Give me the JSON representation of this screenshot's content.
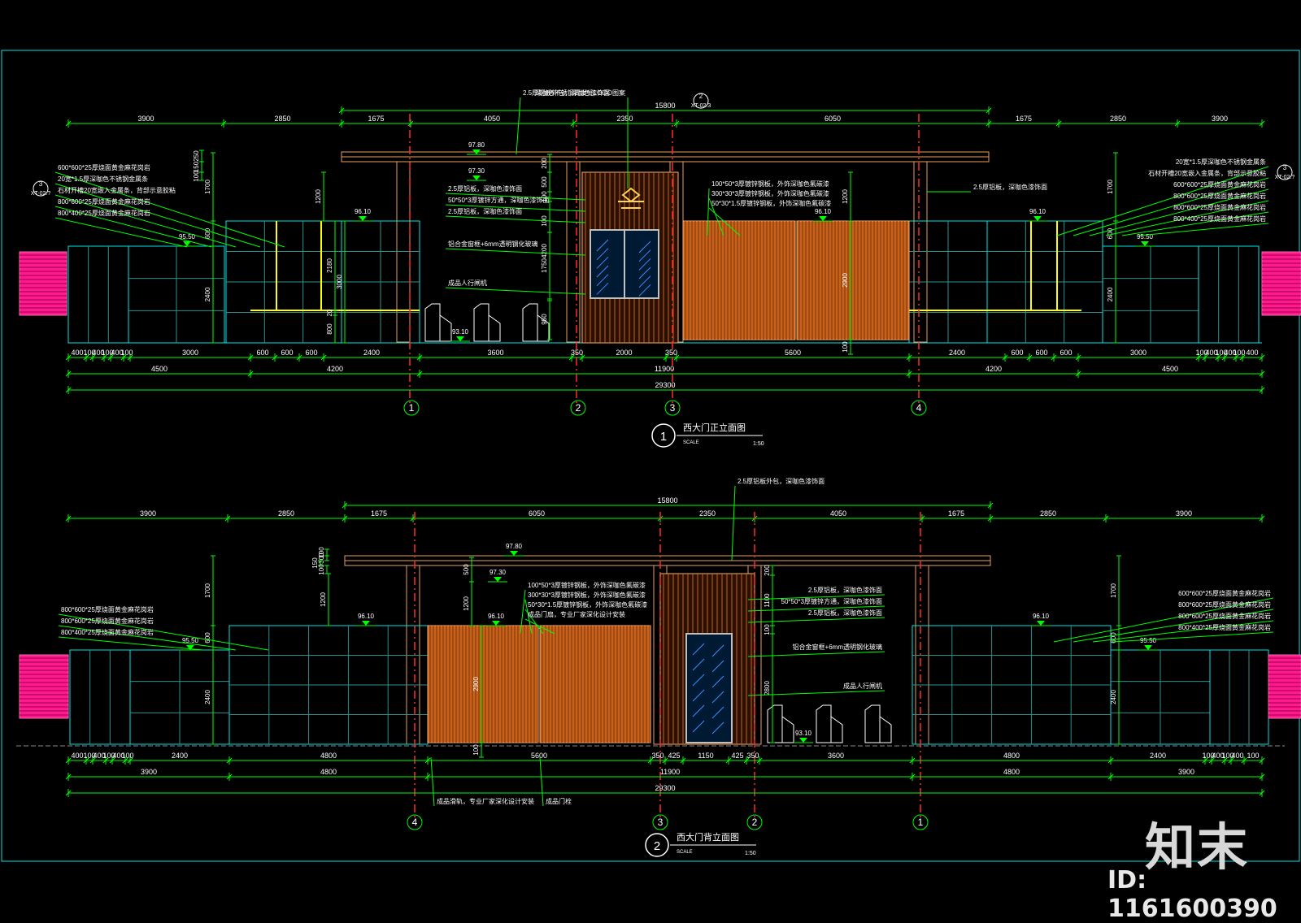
{
  "drawing1": {
    "title": "西大门正立面图",
    "number": "1",
    "scale_label": "SCALE",
    "scale": "1:50",
    "dims_top": [
      "3900",
      "2850",
      "1675",
      "4050",
      "2350",
      "6050",
      "1675",
      "2850",
      "3900"
    ],
    "canopy_width": "15800",
    "dims_bottom_1": [
      "400",
      "100",
      "400",
      "100",
      "400",
      "100",
      "3000",
      "600",
      "600",
      "600",
      "2400",
      "3600",
      "350",
      "2000",
      "350",
      "5600",
      "2400",
      "600",
      "600",
      "600",
      "3000",
      "100",
      "400",
      "100",
      "400",
      "100",
      "400"
    ],
    "dims_bottom_2": [
      "4500",
      "4200",
      "11900",
      "4200",
      "4500"
    ],
    "total": "29300",
    "axes": [
      "1",
      "2",
      "3",
      "4"
    ],
    "elev": [
      "97.80",
      "97.30",
      "96.10",
      "95.50",
      "93.10",
      "96.10",
      "96.10",
      "95.50"
    ],
    "vdims_left": [
      "250",
      "150",
      "100",
      "1700",
      "1200",
      "600",
      "2400",
      "2180",
      "3000",
      "20",
      "800"
    ],
    "vdims_center": [
      "200",
      "500",
      "100",
      "100",
      "4200",
      "1750",
      "950"
    ],
    "vdims_gate": [
      "1200",
      "2900",
      "100"
    ],
    "vdims_right": [
      "1700",
      "600",
      "2400"
    ],
    "leader_top": "2.5厚铝板外包，深咖色漆饰面",
    "leader_logo": "深咖色不锈钢背发光LOGO图案",
    "detail_ref": {
      "num": "2",
      "sheet": "XT-02.3"
    },
    "left_notes": [
      "600*600*25厚烧面黄金麻花岗岩",
      "20宽*1.5厚深咖色不锈钢金属条",
      "石材开槽20宽嵌入金属条，背部示意胶粘",
      "800*600*25厚烧面黄金麻花岗岩",
      "800*400*25厚烧面黄金麻花岗岩"
    ],
    "left_ref": {
      "num": "3",
      "sheet": "XT-02.?"
    },
    "right_notes": [
      "20宽*1.5厚深咖色不锈钢金属条",
      "石材开槽20宽嵌入金属条，背部示意胶粘",
      "600*600*25厚烧面黄金麻花岗岩",
      "800*600*25厚烧面黄金麻花岗岩",
      "800*600*25厚烧面黄金麻花岗岩",
      "800*400*25厚烧面黄金麻花岗岩"
    ],
    "right_ref": {
      "num": "3",
      "sheet": "XT-02.?"
    },
    "center_notes": [
      "2.5厚铝板，深咖色漆饰面",
      "50*50*3厚镀锌方通，深咖色漆饰面",
      "2.5厚铝板，深咖色漆饰面",
      "铝合金窗框+6mm透明钢化玻璃",
      "成品人行闸机"
    ],
    "gate_notes": [
      "100*50*3厚镀锌钢板，外饰深咖色氟碳漆",
      "300*30*3厚镀锌钢板，外饰深咖色氟碳漆",
      "50*30*1.5厚镀锌钢板，外饰深咖色氟碳漆"
    ],
    "canopy_right_note": "2.5厚铝板，深咖色漆饰面"
  },
  "drawing2": {
    "title": "西大门背立面图",
    "number": "2",
    "scale_label": "SCALE",
    "scale": "1:50",
    "dims_top": [
      "3900",
      "2850",
      "1675",
      "6050",
      "2350",
      "4050",
      "1675",
      "2850",
      "3900"
    ],
    "canopy_width": "15800",
    "dims_bottom_1": [
      "400",
      "100",
      "400",
      "100",
      "400",
      "100",
      "2400",
      "4800",
      "5600",
      "350",
      "425",
      "1150",
      "425",
      "350",
      "3600",
      "4800",
      "2400",
      "100",
      "400",
      "100",
      "400",
      "100",
      "400"
    ],
    "dims_bottom_2": [
      "3900",
      "4800",
      "11900",
      "4800",
      "3900"
    ],
    "total": "29300",
    "axes": [
      "4",
      "3",
      "2",
      "1"
    ],
    "elev": [
      "97.80",
      "97.30",
      "96.10",
      "96.10",
      "95.50",
      "96.10",
      "95.50",
      "93.10"
    ],
    "vdims_left": [
      "100",
      "300",
      "150",
      "100",
      "1700",
      "1200",
      "600",
      "2400"
    ],
    "vdims_center": [
      "500",
      "1200",
      "2900",
      "100"
    ],
    "vdims_right": [
      "200",
      "1100",
      "100",
      "2800",
      "1700",
      "600",
      "2400"
    ],
    "leader_top": "2.5厚铝板外包，深咖色漆饰面",
    "left_notes": [
      "800*600*25厚烧面黄金麻花岗岩",
      "800*600*25厚烧面黄金麻花岗岩",
      "800*400*25厚烧面黄金麻花岗岩"
    ],
    "right_notes": [
      "600*600*25厚烧面黄金麻花岗岩",
      "800*600*25厚烧面黄金麻花岗岩",
      "800*600*25厚烧面黄金麻花岗岩",
      "800*400*25厚烧面黄金麻花岗岩"
    ],
    "gate_notes": [
      "100*50*3厚镀锌钢板，外饰深咖色氟碳漆",
      "300*30*3厚镀锌钢板，外饰深咖色氟碳漆",
      "50*30*1.5厚镀锌钢板，外饰深咖色氟碳漆",
      "成品门扇，专业厂家深化设计安装"
    ],
    "center_notes": [
      "2.5厚铝板，深咖色漆饰面",
      "50*50*3厚镀锌方通，深咖色漆饰面",
      "2.5厚铝板，深咖色漆饰面",
      "铝合金窗框+6mm透明钢化玻璃",
      "成品人行闸机"
    ],
    "bottom_notes": [
      "成品滑轨，专业厂家深化设计安装",
      "成品门栓"
    ]
  },
  "brand": "知末",
  "id_label": "ID: 1161600390",
  "colors": {
    "bg": "#000000",
    "dim": "#00ff00",
    "wall": "#00e5e5",
    "axis": "#ff2a2a",
    "wood": "#c8621a",
    "planter": "#ff1a8c",
    "canopy": "#e8a060",
    "text": "#ffffff"
  }
}
